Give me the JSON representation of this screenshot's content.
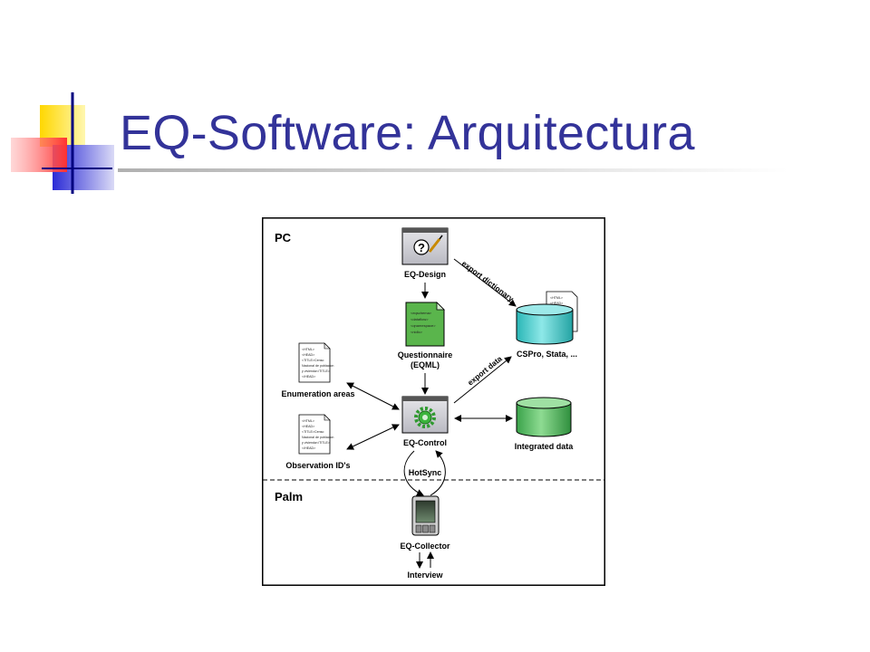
{
  "slide": {
    "title": "EQ-Software: Arquitectura"
  },
  "diagram": {
    "zones": {
      "pc": "PC",
      "palm": "Palm"
    },
    "nodes": {
      "eq_design": "EQ-Design",
      "questionnaire_line1": "Questionnaire",
      "questionnaire_line2": "(EQML)",
      "cspro_stata": "CSPro, Stata, ...",
      "enumeration_areas": "Enumeration areas",
      "observation_ids": "Observation ID's",
      "eq_control": "EQ-Control",
      "integrated_data": "Integrated data",
      "eq_collector": "EQ-Collector",
      "interview": "Interview"
    },
    "edges": {
      "export_dictionary": "export dictionary",
      "export_data": "export data",
      "hotsync": "HotSync"
    },
    "eqml_doc_lines": [
      "<eqschema>",
      "<dataflow>",
      "<qnamespace>",
      "<nidlc>"
    ],
    "html_doc_lines": [
      "<HTML>",
      "<HEAD>",
      "<TITLE>Censo",
      "Nacional de poblacion",
      "y vivienda</TITLE>",
      "</HEAD>"
    ],
    "icons": {
      "eq_design": "question-mark-pencil-icon",
      "eq_control": "gear-icon",
      "eq_collector": "palm-device-icon",
      "databases": "database-cylinder-icon",
      "documents": "document-icon"
    }
  }
}
